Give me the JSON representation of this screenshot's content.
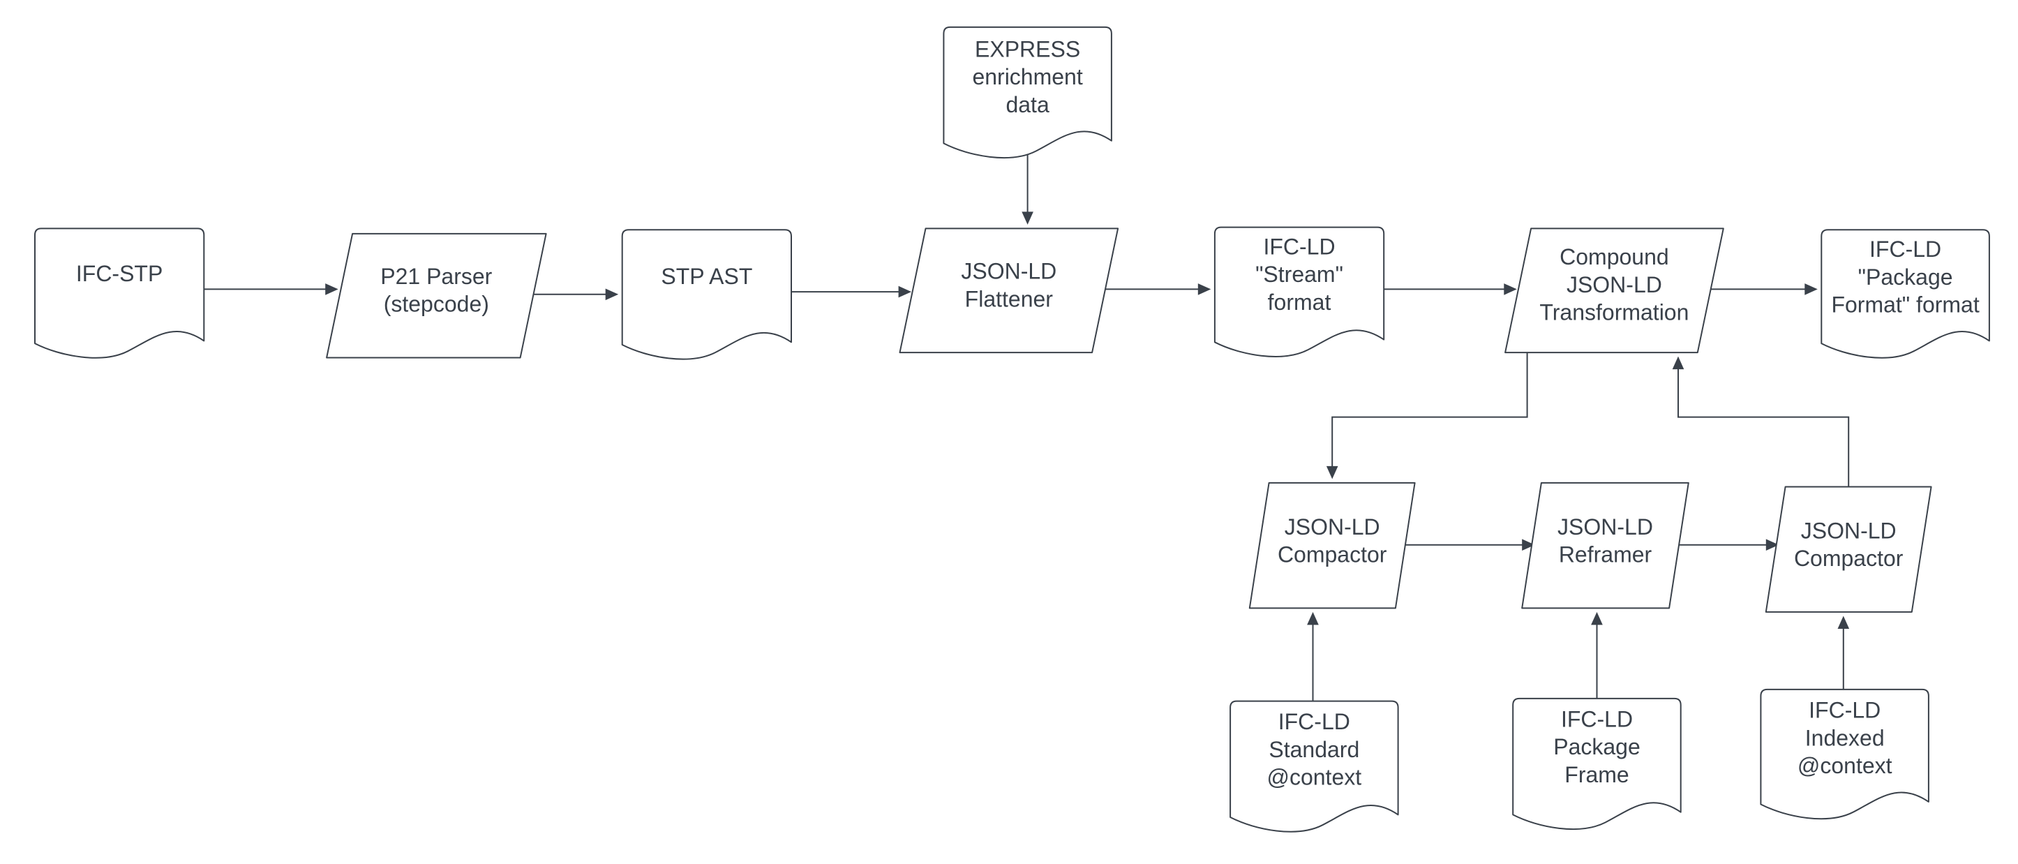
{
  "nodes": {
    "ifc_stp": {
      "type": "document",
      "lines": [
        "IFC-STP"
      ]
    },
    "p21_parser": {
      "type": "process",
      "lines": [
        "P21 Parser",
        "(stepcode)"
      ]
    },
    "stp_ast": {
      "type": "document",
      "lines": [
        "STP AST"
      ]
    },
    "express_data": {
      "type": "document",
      "lines": [
        "EXPRESS",
        "enrichment",
        "data"
      ]
    },
    "flattener": {
      "type": "process",
      "lines": [
        "JSON-LD",
        "Flattener"
      ]
    },
    "stream_format": {
      "type": "document",
      "lines": [
        "IFC-LD",
        "\"Stream\"",
        "format"
      ]
    },
    "compound": {
      "type": "process",
      "lines": [
        "Compound",
        "JSON-LD",
        "Transformation"
      ]
    },
    "package_format": {
      "type": "document",
      "lines": [
        "IFC-LD",
        "\"Package",
        "Format\" format"
      ]
    },
    "compactor_1": {
      "type": "process",
      "lines": [
        "JSON-LD",
        "Compactor"
      ]
    },
    "reframer": {
      "type": "process",
      "lines": [
        "JSON-LD",
        "Reframer"
      ]
    },
    "compactor_2": {
      "type": "process",
      "lines": [
        "JSON-LD",
        "Compactor"
      ]
    },
    "std_context": {
      "type": "document",
      "lines": [
        "IFC-LD",
        "Standard",
        "@context"
      ]
    },
    "pkg_frame": {
      "type": "document",
      "lines": [
        "IFC-LD",
        "Package",
        "Frame"
      ]
    },
    "idx_context": {
      "type": "document",
      "lines": [
        "IFC-LD",
        "Indexed",
        "@context"
      ]
    }
  },
  "edges": [
    {
      "from": "ifc_stp",
      "to": "p21_parser"
    },
    {
      "from": "p21_parser",
      "to": "stp_ast"
    },
    {
      "from": "stp_ast",
      "to": "flattener"
    },
    {
      "from": "express_data",
      "to": "flattener"
    },
    {
      "from": "flattener",
      "to": "stream_format"
    },
    {
      "from": "stream_format",
      "to": "compound"
    },
    {
      "from": "compound",
      "to": "package_format"
    },
    {
      "from": "compound",
      "to": "compactor_1"
    },
    {
      "from": "compactor_1",
      "to": "reframer"
    },
    {
      "from": "reframer",
      "to": "compactor_2"
    },
    {
      "from": "compactor_2",
      "to": "compound"
    },
    {
      "from": "std_context",
      "to": "compactor_1"
    },
    {
      "from": "pkg_frame",
      "to": "reframer"
    },
    {
      "from": "idx_context",
      "to": "compactor_2"
    }
  ]
}
